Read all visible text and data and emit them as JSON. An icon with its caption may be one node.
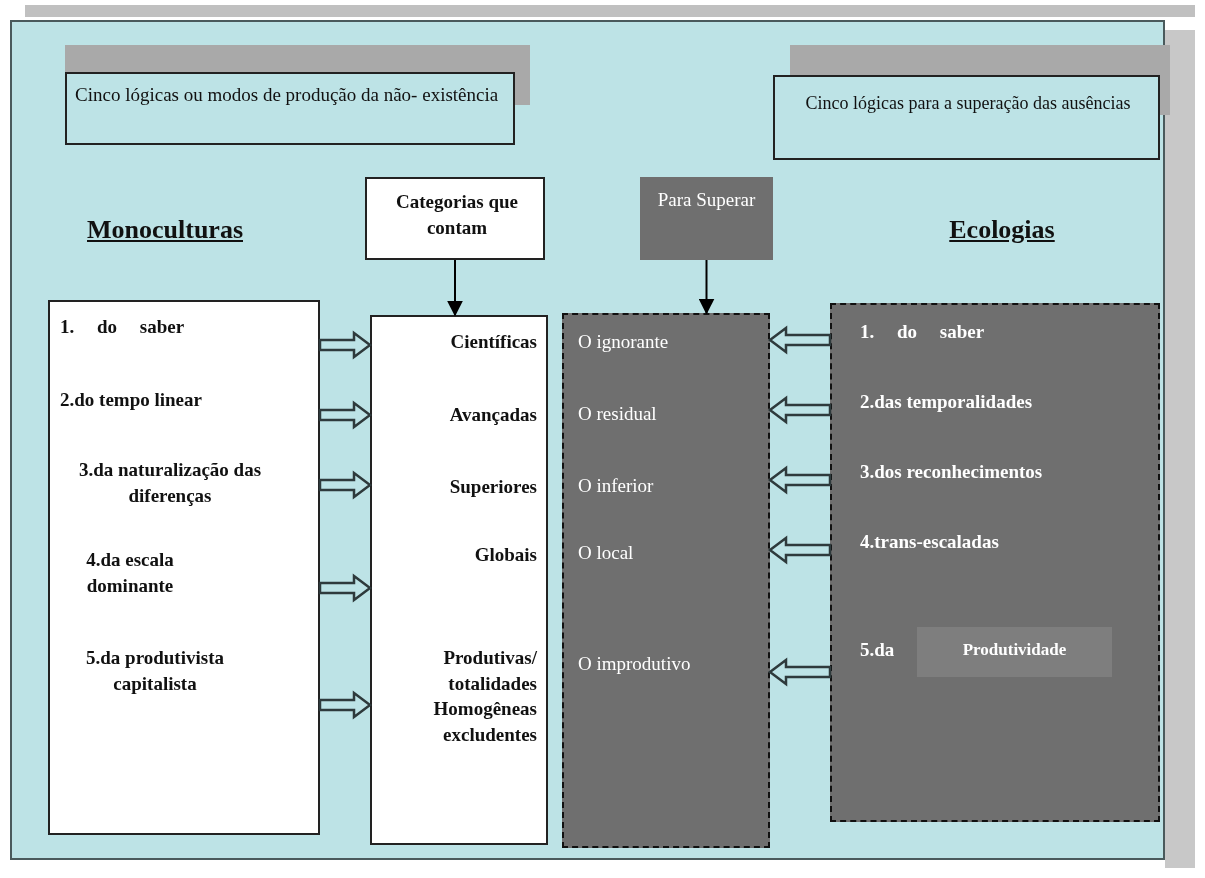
{
  "diagram": {
    "nodes": [
      {
        "text": [
          "Cinco lógicas ou modos de produção da não- existência"
        ]
      },
      {
        "text": [
          "Cinco lógicas para a superação das ausências"
        ]
      },
      {
        "text": [
          "Categorias que contam"
        ]
      },
      {
        "text": [
          "Para Superar"
        ]
      },
      {
        "text": [
          "Monoculturas",
          "1. do saber",
          "2.do tempo linear",
          "3.da naturalização das diferenças",
          "4.da escala dominante",
          "5.da produtivista capitalista"
        ]
      },
      {
        "text": [
          "Científicas",
          "Avançadas",
          "Superiores",
          "Globais",
          "Produtivas/ totalidades Homogêneas excludentes"
        ]
      },
      {
        "text": [
          "O ignorante",
          "O residual",
          "O inferior",
          "O local",
          "O improdutivo"
        ]
      },
      {
        "text": [
          "Ecologias",
          "1. do saber",
          "2.das temporalidades",
          "3.dos reconhecimentos",
          "4.trans-escaladas",
          "5.da"
        ]
      },
      {
        "text": [
          "Produtividade"
        ],
        "in": 7
      }
    ],
    "edges": [
      {
        "from": 2,
        "to": 5,
        "arrow": "to",
        "color": "#000000"
      },
      {
        "from": 3,
        "to": 6,
        "arrow": "to",
        "color": "#000000"
      },
      {
        "from": 4,
        "to": 5,
        "arrow": "to",
        "style": "thick"
      },
      {
        "from": 4,
        "to": 5,
        "arrow": "to",
        "style": "thick"
      },
      {
        "from": 4,
        "to": 5,
        "arrow": "to",
        "style": "thick"
      },
      {
        "from": 4,
        "to": 5,
        "arrow": "to",
        "style": "thick"
      },
      {
        "from": 4,
        "to": 5,
        "arrow": "to",
        "style": "thick"
      },
      {
        "from": 7,
        "to": 6,
        "arrow": "to",
        "style": "thick"
      },
      {
        "from": 7,
        "to": 6,
        "arrow": "to",
        "style": "thick"
      },
      {
        "from": 7,
        "to": 6,
        "arrow": "to",
        "style": "thick"
      },
      {
        "from": 7,
        "to": 6,
        "arrow": "to",
        "style": "thick"
      },
      {
        "from": 7,
        "to": 6,
        "arrow": "to",
        "style": "thick"
      }
    ]
  }
}
